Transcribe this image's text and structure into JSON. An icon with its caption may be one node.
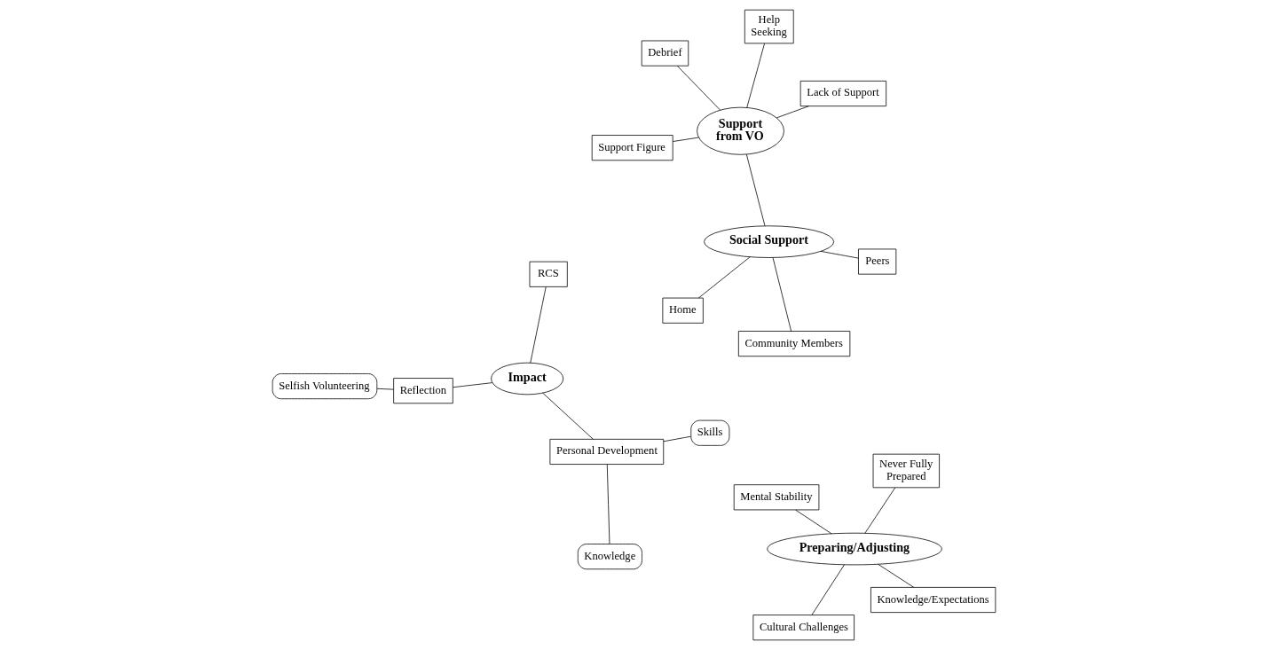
{
  "diagram": {
    "nodes": [
      {
        "text": [
          "Preparing/Adjusting"
        ]
      },
      {
        "text": [
          "Knowledge/Expectations"
        ]
      },
      {
        "text": [
          "Cultural Challenges"
        ]
      },
      {
        "text": [
          "Mental Stability"
        ]
      },
      {
        "text": [
          "Never Fully Prepared"
        ]
      },
      {
        "text": [
          "Support from VO"
        ]
      },
      {
        "text": [
          "Lack of Support"
        ]
      },
      {
        "text": [
          "Support Figure"
        ]
      },
      {
        "text": [
          "Debrief"
        ]
      },
      {
        "text": [
          "Help Seeking"
        ]
      },
      {
        "text": [
          "Social Support"
        ]
      },
      {
        "text": [
          "Home"
        ]
      },
      {
        "text": [
          "Peers"
        ]
      },
      {
        "text": [
          "Community Members"
        ]
      },
      {
        "text": [
          "Impact"
        ]
      },
      {
        "text": [
          "RCS"
        ]
      },
      {
        "text": [
          "Reflection"
        ]
      },
      {
        "text": [
          "Selfish Volunteering"
        ]
      },
      {
        "text": [
          "Personal Development"
        ]
      },
      {
        "text": [
          "Skills"
        ]
      },
      {
        "text": [
          "Knowledge"
        ]
      }
    ],
    "edges": [
      {
        "from": 0,
        "to": 1,
        "arrow": "none"
      },
      {
        "from": 0,
        "to": 2,
        "arrow": "none"
      },
      {
        "from": 0,
        "to": 3,
        "arrow": "none"
      },
      {
        "from": 0,
        "to": 4,
        "arrow": "none"
      },
      {
        "from": 5,
        "to": 6,
        "arrow": "none"
      },
      {
        "from": 5,
        "to": 7,
        "arrow": "none"
      },
      {
        "from": 5,
        "to": 8,
        "arrow": "none"
      },
      {
        "from": 5,
        "to": 9,
        "arrow": "none"
      },
      {
        "from": 5,
        "to": 10,
        "arrow": "none"
      },
      {
        "from": 10,
        "to": 11,
        "arrow": "none"
      },
      {
        "from": 10,
        "to": 12,
        "arrow": "none"
      },
      {
        "from": 10,
        "to": 13,
        "arrow": "none"
      },
      {
        "from": 14,
        "to": 15,
        "arrow": "none"
      },
      {
        "from": 14,
        "to": 16,
        "arrow": "none"
      },
      {
        "from": 16,
        "to": 17,
        "arrow": "none"
      },
      {
        "from": 14,
        "to": 18,
        "arrow": "none"
      },
      {
        "from": 18,
        "to": 19,
        "arrow": "none"
      },
      {
        "from": 18,
        "to": 20,
        "arrow": "none"
      }
    ]
  }
}
